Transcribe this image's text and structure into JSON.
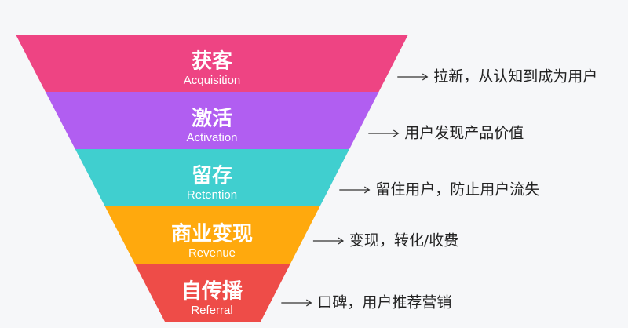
{
  "funnel": {
    "stages": [
      {
        "title": "获客",
        "subtitle": "Acquisition",
        "description": "拉新，从认知到成为用户",
        "color": "#ee4483"
      },
      {
        "title": "激活",
        "subtitle": "Activation",
        "description": "用户发现产品价值",
        "color": "#b15ef1"
      },
      {
        "title": "留存",
        "subtitle": "Retention",
        "description": "留住用户，防止用户流失",
        "color": "#40cfcf"
      },
      {
        "title": "商业变现",
        "subtitle": "Revenue",
        "description": "变现，转化/收费",
        "color": "#ffa90d"
      },
      {
        "title": "自传播",
        "subtitle": "Referral",
        "description": "口碑，用户推荐营销",
        "color": "#ee4c48"
      }
    ]
  }
}
